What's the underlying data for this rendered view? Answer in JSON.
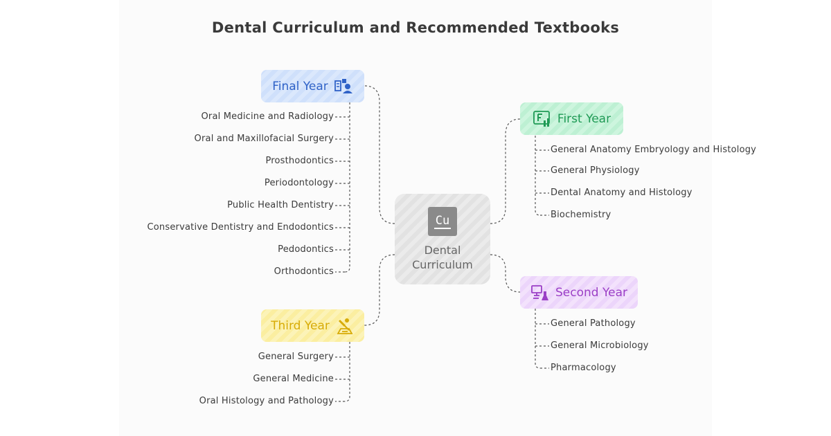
{
  "title": "Dental Curriculum and Recommended Textbooks",
  "center": {
    "badge": "Cu",
    "label_line1": "Dental",
    "label_line2": "Curriculum"
  },
  "final_year": {
    "label": "Final Year",
    "icon": "school-icon",
    "items": [
      "Oral Medicine and Radiology",
      "Oral and Maxillofacial Surgery",
      "Prosthodontics",
      "Periodontology",
      "Public Health Dentistry",
      "Conservative Dentistry and Endodontics",
      "Pedodontics",
      "Orthodontics"
    ]
  },
  "first_year": {
    "label": "First Year",
    "icon": "letter-f-chart-icon",
    "items": [
      "General Anatomy Embryology and Histology",
      "General Physiology",
      "Dental Anatomy and Histology",
      "Biochemistry"
    ]
  },
  "second_year": {
    "label": "Second Year",
    "icon": "lab-computer-icon",
    "items": [
      "General Pathology",
      "General Microbiology",
      "Pharmacology"
    ]
  },
  "third_year": {
    "label": "Third Year",
    "icon": "microscope-icon",
    "items": [
      "General Surgery",
      "General Medicine",
      "Oral Histology and Pathology"
    ]
  },
  "colors": {
    "final_year": "#2f62c7",
    "first_year": "#1f9a55",
    "second_year": "#9b3fc6",
    "third_year": "#d7ab07"
  }
}
